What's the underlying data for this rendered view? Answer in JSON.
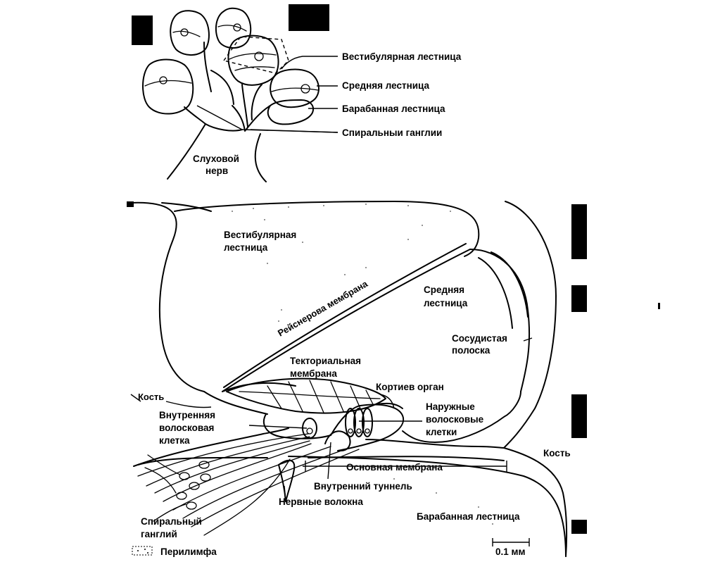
{
  "diagram": {
    "top_inset": {
      "scala_vestibuli": "Вестибулярная лестница",
      "scala_media": "Средняя лестница",
      "scala_tympani": "Барабанная лестница",
      "spiral_ganglia": "Спиральныи ганглии",
      "auditory_nerve_1": "Слуховой",
      "auditory_nerve_2": "нерв"
    },
    "cross_section": {
      "scala_vestibuli_1": "Вестибулярная",
      "scala_vestibuli_2": "лестница",
      "reissner": "Рейснерова мембрана",
      "scala_media_1": "Средняя",
      "scala_media_2": "лестница",
      "stria_1": "Сосудистая",
      "stria_2": "полоска",
      "tectorial_1": "Текториальная",
      "tectorial_2": "мембрана",
      "corti": "Кортиев орган",
      "bone_left": "Кость",
      "inner_hair_1": "Внутренняя",
      "inner_hair_2": "волосковая",
      "inner_hair_3": "клетка",
      "outer_hair_1": "Наружные",
      "outer_hair_2": "волосковые",
      "outer_hair_3": "клетки",
      "bone_right": "Кость",
      "basilar": "Основная мембрана",
      "inner_tunnel": "Внутренний туннель",
      "nerve_fibers": "Нервные волокна",
      "spiral_ganglion_1": "Спиральный",
      "spiral_ganglion_2": "ганглий",
      "scala_tympani": "Барабанная лестница",
      "perilymph": "Перилимфа",
      "scale_bar": "0.1 мм"
    }
  }
}
